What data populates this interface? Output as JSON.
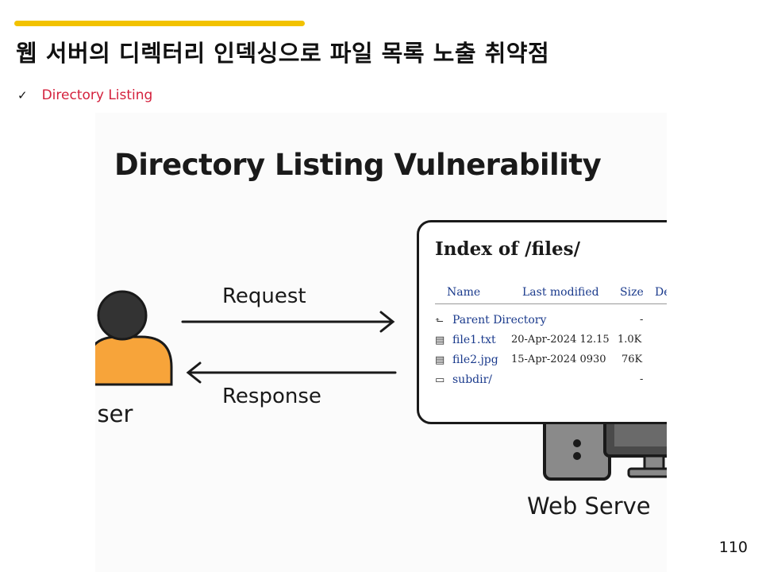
{
  "slide": {
    "title": "웹 서버의 디렉터리 인덱싱으로 파일 목록 노출 취약점",
    "bullet": "Directory Listing",
    "page_number": "110"
  },
  "figure": {
    "title": "Directory Listing Vulnerability",
    "request_label": "Request",
    "response_label": "Response",
    "user_label": "Jser",
    "server_label": "Web Serve",
    "index": {
      "title": "Index of /files/",
      "columns": [
        "Name",
        "Last modified",
        "Size",
        "De"
      ],
      "rows": [
        {
          "icon": "parent-directory-icon",
          "name": "Parent Directory",
          "modified": "",
          "size": "-"
        },
        {
          "icon": "text-file-icon",
          "name": "file1.txt",
          "modified": "20-Apr-2024 12.15",
          "size": "1.0K"
        },
        {
          "icon": "image-file-icon",
          "name": "file2.jpg",
          "modified": "15-Apr-2024 0930",
          "size": "76K"
        },
        {
          "icon": "folder-icon",
          "name": "subdir/",
          "modified": "",
          "size": "-"
        }
      ]
    }
  },
  "colors": {
    "accent": "#f2c200",
    "bullet_text": "#d4213d",
    "user_body": "#f7a43a",
    "link": "#1a3a8c",
    "server_case": "#8a8a8a"
  }
}
